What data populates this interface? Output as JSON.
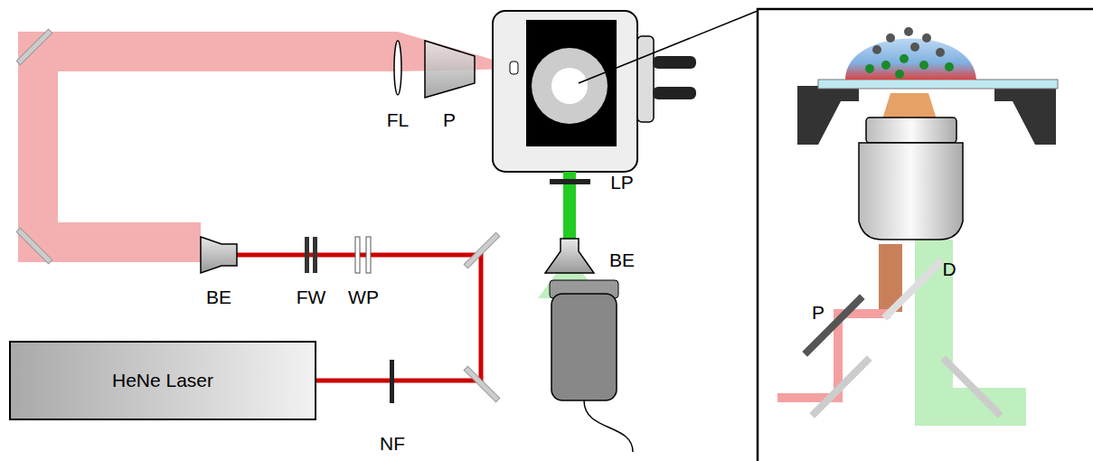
{
  "diagram": {
    "nodes": [
      {
        "text": [
          "HeNe Laser"
        ]
      }
    ],
    "labels": [
      "FL",
      "P",
      "LP",
      "BE",
      "BE",
      "FW",
      "WP",
      "NF",
      "P",
      "D"
    ]
  }
}
